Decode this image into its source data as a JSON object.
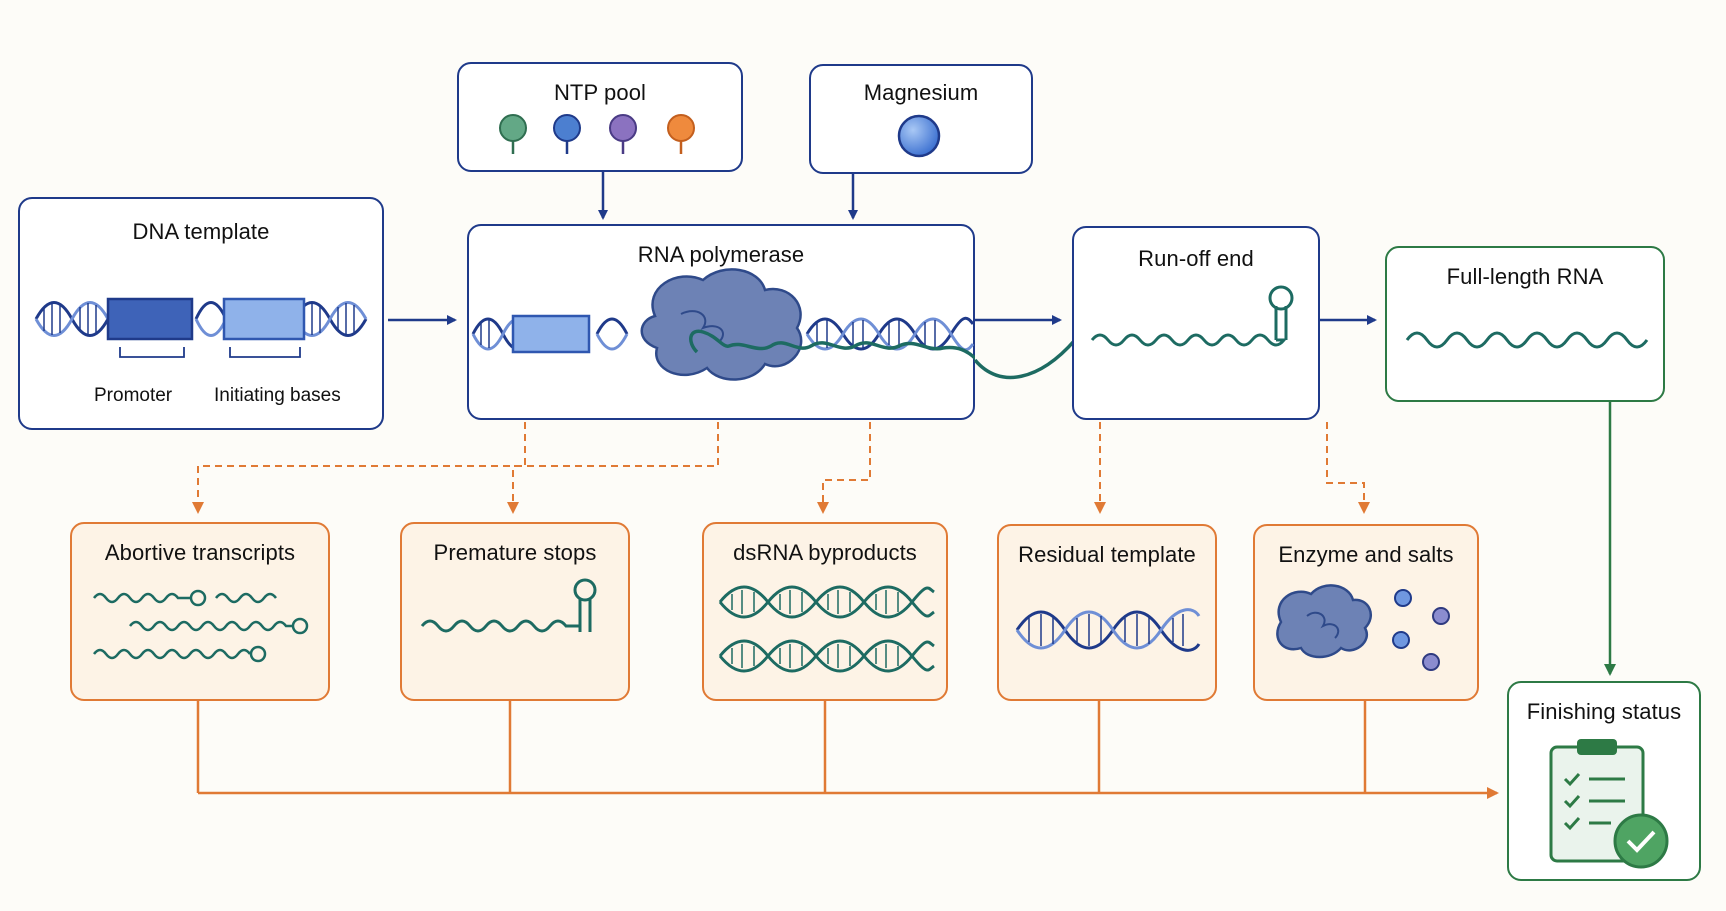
{
  "nodes": {
    "ntp_pool": {
      "title": "NTP pool"
    },
    "magnesium": {
      "title": "Magnesium"
    },
    "dna_template": {
      "title": "DNA template",
      "promoter_label": "Promoter",
      "initiating_label": "Initiating bases"
    },
    "rna_polymerase": {
      "title": "RNA polymerase"
    },
    "run_off_end": {
      "title": "Run-off end"
    },
    "full_length_rna": {
      "title": "Full-length RNA"
    },
    "abortive_transcripts": {
      "title": "Abortive transcripts"
    },
    "premature_stops": {
      "title": "Premature stops"
    },
    "dsrna_byproducts": {
      "title": "dsRNA byproducts"
    },
    "residual_template": {
      "title": "Residual template"
    },
    "enzyme_and_salts": {
      "title": "Enzyme and salts"
    },
    "finishing_status": {
      "title": "Finishing status"
    }
  },
  "colors": {
    "navy": "#1f3a8a",
    "orange": "#e07a35",
    "green": "#2d7a45",
    "teal_rna": "#1d6b62",
    "ntp": [
      "#63a886",
      "#4c7fd0",
      "#8b72c0",
      "#ef8a3d"
    ]
  }
}
